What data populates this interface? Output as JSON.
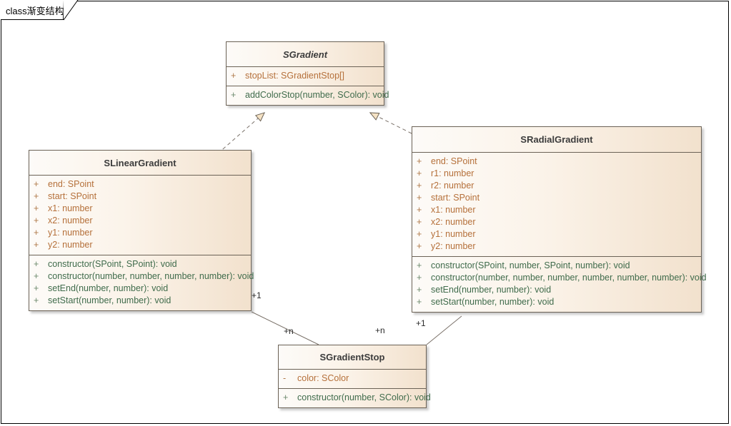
{
  "diagram": {
    "frame_label": "class渐变结构",
    "kind": "uml-class-diagram",
    "colors": {
      "box_fill_left": "#fdfbf8",
      "box_fill_right": "#f2e1cd",
      "box_border": "#6b6256",
      "attribute_text": "#b5703a",
      "method_text": "#3f6b4b",
      "title_text": "#3c3c3c",
      "connector": "#7a7169",
      "arrowhead_fill": "#f5e2c4"
    }
  },
  "classes": {
    "sgradient": {
      "name": "SGradient",
      "abstract": true,
      "attributes": [
        {
          "visibility": "+",
          "signature": "stopList: SGradientStop[]"
        }
      ],
      "methods": [
        {
          "visibility": "+",
          "signature": "addColorStop(number, SColor): void"
        }
      ]
    },
    "slineargradient": {
      "name": "SLinearGradient",
      "abstract": false,
      "attributes": [
        {
          "visibility": "+",
          "signature": "end: SPoint"
        },
        {
          "visibility": "+",
          "signature": "start: SPoint"
        },
        {
          "visibility": "+",
          "signature": "x1: number"
        },
        {
          "visibility": "+",
          "signature": "x2: number"
        },
        {
          "visibility": "+",
          "signature": "y1: number"
        },
        {
          "visibility": "+",
          "signature": "y2: number"
        }
      ],
      "methods": [
        {
          "visibility": "+",
          "signature": "constructor(SPoint, SPoint): void"
        },
        {
          "visibility": "+",
          "signature": "constructor(number, number, number, number): void"
        },
        {
          "visibility": "+",
          "signature": "setEnd(number, number): void"
        },
        {
          "visibility": "+",
          "signature": "setStart(number, number): void"
        }
      ]
    },
    "sradialgradient": {
      "name": "SRadialGradient",
      "abstract": false,
      "attributes": [
        {
          "visibility": "+",
          "signature": "end: SPoint"
        },
        {
          "visibility": "+",
          "signature": "r1: number"
        },
        {
          "visibility": "+",
          "signature": "r2: number"
        },
        {
          "visibility": "+",
          "signature": "start: SPoint"
        },
        {
          "visibility": "+",
          "signature": "x1: number"
        },
        {
          "visibility": "+",
          "signature": "x2: number"
        },
        {
          "visibility": "+",
          "signature": "y1: number"
        },
        {
          "visibility": "+",
          "signature": "y2: number"
        }
      ],
      "methods": [
        {
          "visibility": "+",
          "signature": "constructor(SPoint, number, SPoint, number): void"
        },
        {
          "visibility": "+",
          "signature": "constructor(number, number, number, number, number, number): void"
        },
        {
          "visibility": "+",
          "signature": "setEnd(number, number): void"
        },
        {
          "visibility": "+",
          "signature": "setStart(number, number): void"
        }
      ]
    },
    "sgradientstop": {
      "name": "SGradientStop",
      "abstract": false,
      "attributes": [
        {
          "visibility": "-",
          "signature": "color: SColor"
        }
      ],
      "methods": [
        {
          "visibility": "+",
          "signature": "constructor(number, SColor): void"
        }
      ]
    }
  },
  "relationships": [
    {
      "id": "rel-linear-realizes-gradient",
      "type": "realization",
      "from": "SLinearGradient",
      "to": "SGradient",
      "style": "dashed",
      "arrowhead": "hollow-triangle"
    },
    {
      "id": "rel-radial-realizes-gradient",
      "type": "realization",
      "from": "SRadialGradient",
      "to": "SGradient",
      "style": "dashed",
      "arrowhead": "hollow-triangle"
    },
    {
      "id": "rel-linear-stop",
      "type": "association",
      "from": "SLinearGradient",
      "to": "SGradientStop",
      "style": "solid",
      "source_multiplicity": "+1",
      "target_multiplicity": "+n"
    },
    {
      "id": "rel-radial-stop",
      "type": "association",
      "from": "SRadialGradient",
      "to": "SGradientStop",
      "style": "solid",
      "source_multiplicity": "+1",
      "target_multiplicity": "+n"
    }
  ],
  "multiplicity_labels": {
    "linear_end": "+1",
    "stop_from_linear": "+n",
    "stop_from_radial": "+n",
    "radial_end": "+1"
  }
}
